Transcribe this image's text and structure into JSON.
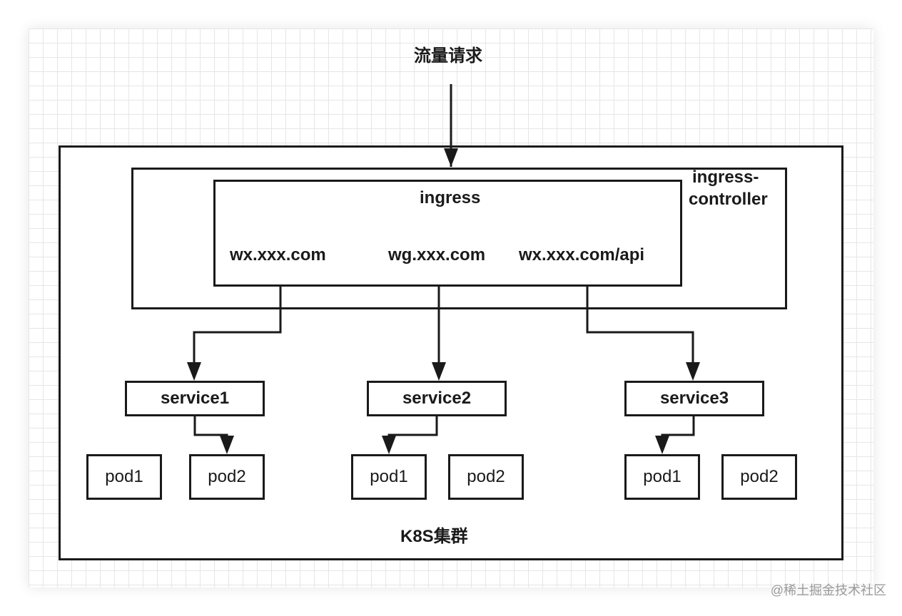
{
  "diagram": {
    "traffic_label": "流量请求",
    "cluster_label": "K8S集群",
    "controller_label_line1": "ingress-",
    "controller_label_line2": "controller",
    "ingress": {
      "label": "ingress",
      "rules": [
        "wx.xxx.com",
        "wg.xxx.com",
        "wx.xxx.com/api"
      ]
    },
    "services": [
      {
        "label": "service1",
        "pods": [
          "pod1",
          "pod2"
        ],
        "routes_to": "pod2"
      },
      {
        "label": "service2",
        "pods": [
          "pod1",
          "pod2"
        ],
        "routes_to": "pod1"
      },
      {
        "label": "service3",
        "pods": [
          "pod1",
          "pod2"
        ],
        "routes_to": "pod1"
      }
    ],
    "colors": {
      "stroke": "#1a1a1a",
      "grid": "#e6e6e6",
      "background": "#ffffff"
    }
  },
  "watermark": "@稀土掘金技术社区"
}
